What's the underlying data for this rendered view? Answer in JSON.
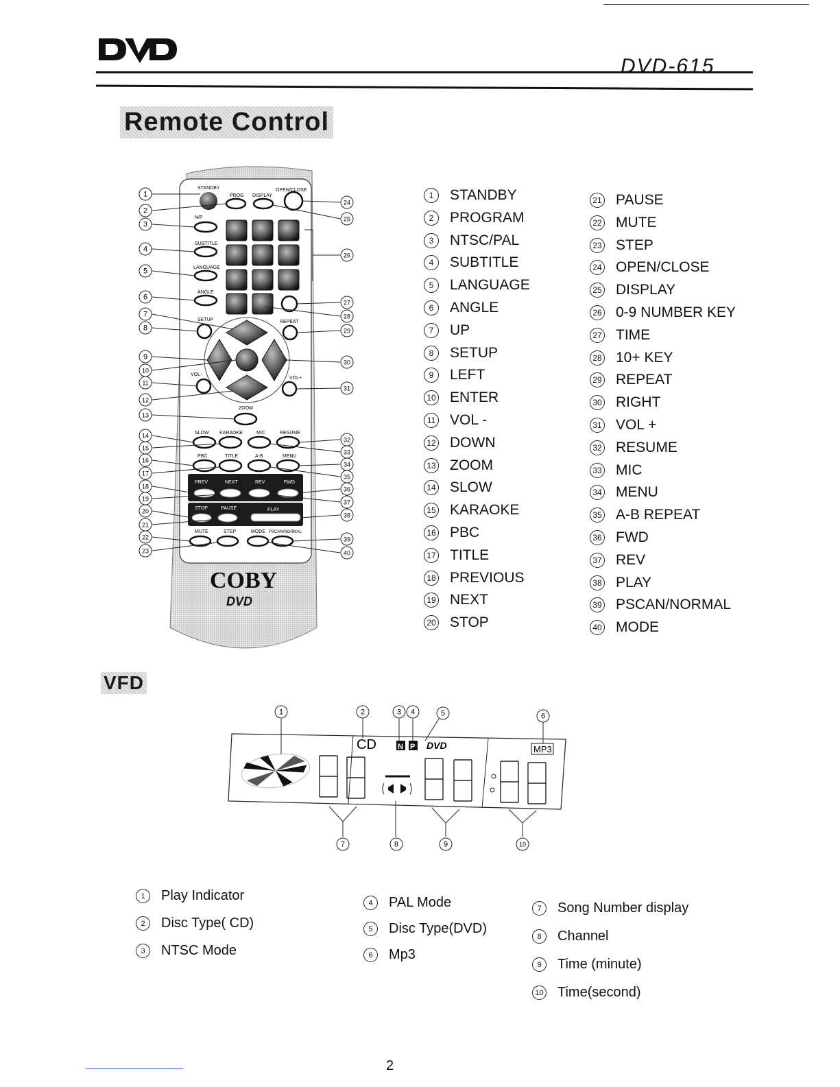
{
  "header": {
    "brand": "DVD",
    "model": "DVD-615"
  },
  "remote_section": {
    "title": "Remote Control",
    "remote_brand": "COBY",
    "remote_sublogo": "DVD",
    "key_labels": {
      "standby": "STANDBY",
      "open_close": "OPEN/CLOSE",
      "prog": "PROG",
      "display": "DISPLAY",
      "np": "N/P",
      "subtitle": "SUBTITLE",
      "language": "LANGUAGE",
      "angle": "ANGLE",
      "setup": "SETUP",
      "repeat": "REPEAT",
      "vol_minus": "VOL-",
      "vol_plus": "VOL+",
      "zoom": "ZOOM",
      "slow": "SLOW",
      "karaoke": "KARAOKE",
      "mic": "MIC",
      "resume": "RESUME",
      "pbc": "PBC",
      "title": "TITLE",
      "ab": "A-B",
      "menu": "MENU",
      "prev": "PREV",
      "next": "NEXT",
      "rev": "REV",
      "fwd": "FWD",
      "stop": "STOP",
      "pause": "PAUSE",
      "play": "PLAY",
      "mute": "MUTE",
      "step": "STEP",
      "mode": "MODE",
      "pscan": "PSCAN/NORMAL"
    },
    "legend_left": [
      {
        "n": "1",
        "label": "STANDBY"
      },
      {
        "n": "2",
        "label": "PROGRAM"
      },
      {
        "n": "3",
        "label": "NTSC/PAL"
      },
      {
        "n": "4",
        "label": "SUBTITLE"
      },
      {
        "n": "5",
        "label": "LANGUAGE"
      },
      {
        "n": "6",
        "label": "ANGLE"
      },
      {
        "n": "7",
        "label": "UP"
      },
      {
        "n": "8",
        "label": "SETUP"
      },
      {
        "n": "9",
        "label": "LEFT"
      },
      {
        "n": "10",
        "label": "ENTER"
      },
      {
        "n": "11",
        "label": "VOL -"
      },
      {
        "n": "12",
        "label": "DOWN"
      },
      {
        "n": "13",
        "label": "ZOOM"
      },
      {
        "n": "14",
        "label": "SLOW"
      },
      {
        "n": "15",
        "label": "KARAOKE"
      },
      {
        "n": "16",
        "label": "PBC"
      },
      {
        "n": "17",
        "label": "TITLE"
      },
      {
        "n": "18",
        "label": "PREVIOUS"
      },
      {
        "n": "19",
        "label": "NEXT"
      },
      {
        "n": "20",
        "label": "STOP"
      }
    ],
    "legend_right": [
      {
        "n": "21",
        "label": "PAUSE"
      },
      {
        "n": "22",
        "label": "MUTE"
      },
      {
        "n": "23",
        "label": "STEP"
      },
      {
        "n": "24",
        "label": "OPEN/CLOSE"
      },
      {
        "n": "25",
        "label": "DISPLAY"
      },
      {
        "n": "26",
        "label": "0-9 NUMBER KEY"
      },
      {
        "n": "27",
        "label": "TIME"
      },
      {
        "n": "28",
        "label": "10+ KEY"
      },
      {
        "n": "29",
        "label": "REPEAT"
      },
      {
        "n": "30",
        "label": "RIGHT"
      },
      {
        "n": "31",
        "label": "VOL +"
      },
      {
        "n": "32",
        "label": "RESUME"
      },
      {
        "n": "33",
        "label": "MIC"
      },
      {
        "n": "34",
        "label": "MENU"
      },
      {
        "n": "35",
        "label": "A-B REPEAT"
      },
      {
        "n": "36",
        "label": "FWD"
      },
      {
        "n": "37",
        "label": "REV"
      },
      {
        "n": "38",
        "label": "PLAY"
      },
      {
        "n": "39",
        "label": "PSCAN/NORMAL"
      },
      {
        "n": "40",
        "label": "MODE"
      }
    ]
  },
  "vfd_section": {
    "title": "VFD",
    "display_labels": {
      "cd": "CD",
      "n": "N",
      "p": "P",
      "dvd": "DVD",
      "mp3": "MP3"
    },
    "callouts_top": [
      "1",
      "2",
      "3",
      "4",
      "5",
      "6"
    ],
    "callouts_bottom": [
      "7",
      "8",
      "9",
      "10"
    ],
    "legend_col1": [
      {
        "n": "1",
        "label": "Play Indicator"
      },
      {
        "n": "2",
        "label": "Disc Type( CD)"
      },
      {
        "n": "3",
        "label": "NTSC Mode"
      }
    ],
    "legend_col2": [
      {
        "n": "4",
        "label": "PAL Mode"
      },
      {
        "n": "5",
        "label": "Disc Type(DVD)"
      },
      {
        "n": "6",
        "label": "Mp3"
      }
    ],
    "legend_col3": [
      {
        "n": "7",
        "label": "Song Number display"
      },
      {
        "n": "8",
        "label": "Channel"
      },
      {
        "n": "9",
        "label": "Time (minute)"
      },
      {
        "n": "10",
        "label": "Time(second)"
      }
    ]
  },
  "footer": {
    "page_number": "2"
  }
}
